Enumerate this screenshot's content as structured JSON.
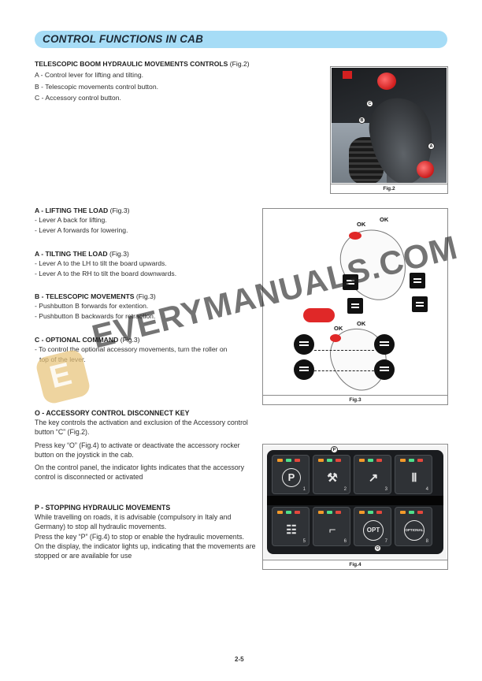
{
  "header": {
    "title": "CONTROL FUNCTIONS IN CAB"
  },
  "section_boom": {
    "heading": "TELESCOPIC BOOM HYDRAULIC MOVEMENTS CONTROLS",
    "heading_ref": "(Fig.2)",
    "items": [
      "A - Control lever for lifting and tilting.",
      "B - Telescopic movements control button.",
      "C - Accessory control button."
    ]
  },
  "section_lifting": {
    "heading": "A - LIFTING THE LOAD",
    "heading_ref": "(Fig.3)",
    "items": [
      "- Lever A back for lifting.",
      "- Lever A forwards for lowering."
    ]
  },
  "section_tilting": {
    "heading": "A - TILTING THE LOAD",
    "heading_ref": "(Fig.3)",
    "items": [
      "- Lever A to the LH to tilt the board upwards.",
      "- Lever A to the RH to tilt the board downwards."
    ]
  },
  "section_telescopic": {
    "heading": "B - TELESCOPIC MOVEMENTS",
    "heading_ref": "(Fig.3)",
    "items": [
      "- Pushbutton B forwards for extention.",
      "- Pushbutton B backwards for retraction."
    ]
  },
  "section_optional": {
    "heading": "C - OPTIONAL COMMAND",
    "heading_ref": "(Fig.3)",
    "line1": "- To control the optional accessory movements, turn the roller on",
    "line2": "top of the lever."
  },
  "section_accessory": {
    "heading": "O - ACCESSORY CONTROL DISCONNECT KEY",
    "paragraphs": [
      "The key controls the activation and exclusion of the Accessory control button “C” (Fig.2).",
      "Press key “O” (Fig.4) to activate or deactivate the accessory rocker button on the joystick in the cab.",
      "On the control panel, the indicator lights indicates that the accessory control is disconnected or activated"
    ]
  },
  "section_stopping": {
    "heading": "P - STOPPING HYDRAULIC MOVEMENTS",
    "paragraphs": [
      "While travelling on roads, it is advisable (compulsory in Italy and Germany) to stop all hydraulic movements.",
      "Press the key “P” (Fig.4) to stop or enable the hydraulic movements.",
      "On the display, the indicator lights up, indicating that the movements are stopped or are available for use"
    ]
  },
  "fig2": {
    "caption": "Fig.2",
    "callouts": {
      "a": "A",
      "b": "B",
      "c": "C"
    }
  },
  "fig3": {
    "caption": "Fig.3",
    "ok_labels": [
      "OK",
      "OK",
      "OK",
      "OK"
    ]
  },
  "fig4": {
    "caption": "Fig.4",
    "callouts": {
      "p": "P",
      "o": "O"
    },
    "keys": [
      {
        "number": "1",
        "icon": "P"
      },
      {
        "number": "2",
        "icon": "⚒"
      },
      {
        "number": "3",
        "icon": "↗"
      },
      {
        "number": "4",
        "icon": "Ⅱ"
      },
      {
        "number": "5",
        "icon": "☷"
      },
      {
        "number": "6",
        "icon": "⌐"
      },
      {
        "number": "7",
        "icon": "OPT"
      },
      {
        "number": "8",
        "icon": "OPTIONAL"
      }
    ]
  },
  "watermark": {
    "text": "EVERYMANUALS.COM",
    "logo_letter": "E"
  },
  "footer": {
    "page_number": "2-5"
  }
}
